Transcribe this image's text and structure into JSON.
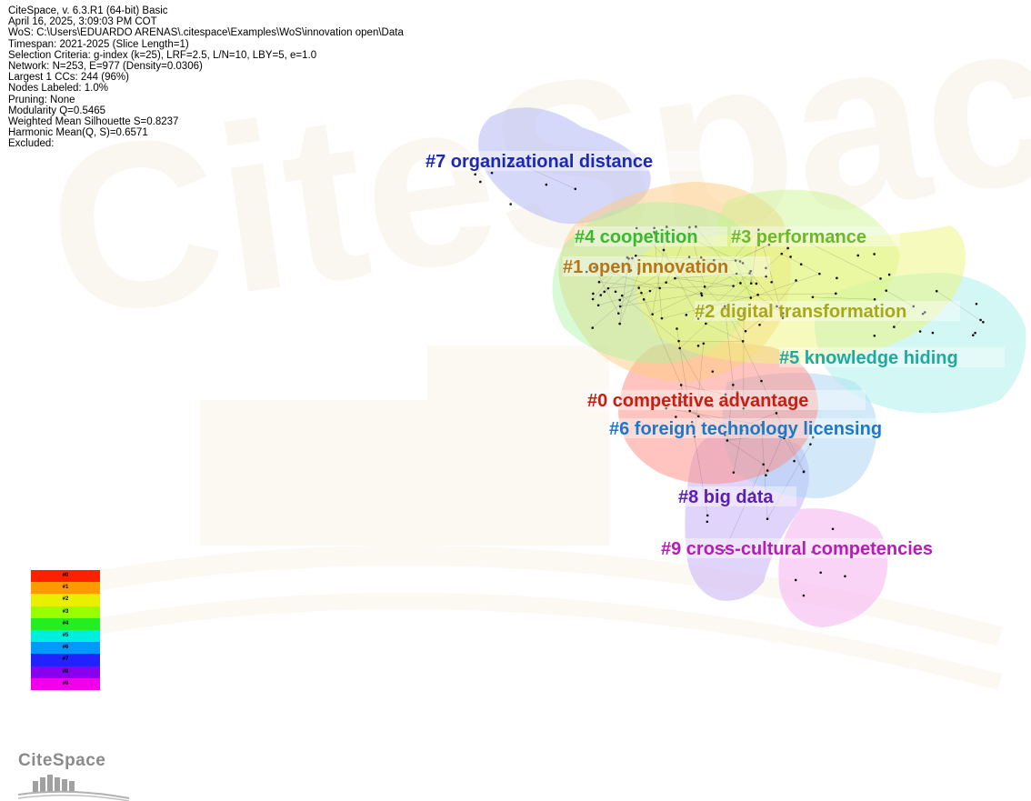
{
  "header_lines": [
    "CiteSpace, v. 6.3.R1 (64-bit) Basic",
    "April 16, 2025, 3:09:03 PM COT",
    "WoS: C:\\Users\\EDUARDO ARENAS\\.citespace\\Examples\\WoS\\innovation open\\Data",
    "Timespan: 2021-2025 (Slice Length=1)",
    "Selection Criteria: g-index (k=25), LRF=2.5, L/N=10, LBY=5, e=1.0",
    "Network: N=253, E=977 (Density=0.0306)",
    "Largest 1 CCs: 244 (96%)",
    "Nodes Labeled: 1.0%",
    "Pruning: None",
    "Modularity Q=0.5465",
    "Weighted Mean Silhouette S=0.8237",
    "Harmonic Mean(Q, S)=0.6571",
    "Excluded:"
  ],
  "watermark": "CiteSpace",
  "logo_text": "CiteSpace",
  "clusters": [
    {
      "id": "#0",
      "label": "#0 competitive advantage",
      "color": "#c81e12",
      "fill": "#ff8a80"
    },
    {
      "id": "#1",
      "label": "#1 open innovation",
      "color": "#b8741a",
      "fill": "#ffcc80"
    },
    {
      "id": "#2",
      "label": "#2 digital transformation",
      "color": "#a8a818",
      "fill": "#eef57a"
    },
    {
      "id": "#3",
      "label": "#3 performance",
      "color": "#6cb82a",
      "fill": "#c8f58a"
    },
    {
      "id": "#4",
      "label": "#4 coopetition",
      "color": "#3cb830",
      "fill": "#a8f5a0"
    },
    {
      "id": "#5",
      "label": "#5 knowledge hiding",
      "color": "#1faaa0",
      "fill": "#a8f0ec"
    },
    {
      "id": "#6",
      "label": "#6 foreign technology licensing",
      "color": "#1e78c8",
      "fill": "#a8d4f5"
    },
    {
      "id": "#7",
      "label": "#7 organizational distance",
      "color": "#1a2ab4",
      "fill": "#b4b8f5"
    },
    {
      "id": "#8",
      "label": "#8 big data",
      "color": "#5a1eb4",
      "fill": "#c8b0f5"
    },
    {
      "id": "#9",
      "label": "#9 cross-cultural competencies",
      "color": "#b41eb4",
      "fill": "#f5b0f0"
    }
  ],
  "legend": [
    {
      "label": "#0",
      "color": "#ff2000"
    },
    {
      "label": "#1",
      "color": "#ff9900"
    },
    {
      "label": "#2",
      "color": "#e8f000"
    },
    {
      "label": "#3",
      "color": "#99ff00"
    },
    {
      "label": "#4",
      "color": "#22ee22"
    },
    {
      "label": "#5",
      "color": "#00eedd"
    },
    {
      "label": "#6",
      "color": "#0099ff"
    },
    {
      "label": "#7",
      "color": "#2222ff"
    },
    {
      "label": "#8",
      "color": "#8800ee"
    },
    {
      "label": "#9",
      "color": "#ee00ee"
    }
  ]
}
